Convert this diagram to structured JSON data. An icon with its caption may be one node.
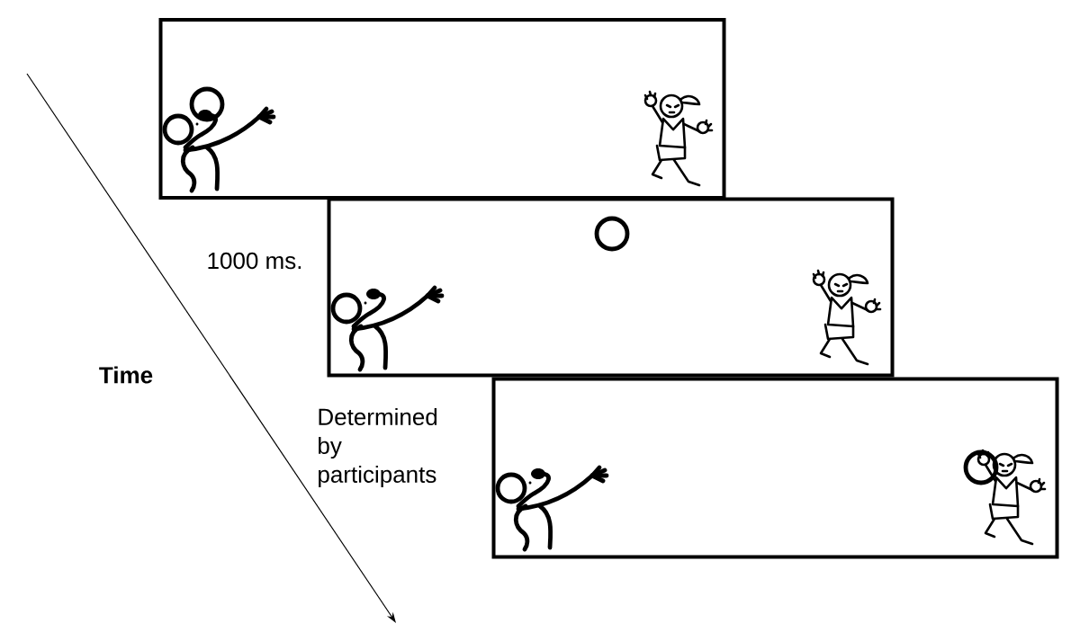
{
  "diagram": {
    "nodes": [
      {
        "text": [],
        "shape": "box"
      },
      {
        "text": [],
        "shape": "box"
      },
      {
        "text": [],
        "shape": "box"
      }
    ],
    "edges": [],
    "labels": [
      "1000 ms.",
      "Time",
      "Determined by participants"
    ]
  }
}
